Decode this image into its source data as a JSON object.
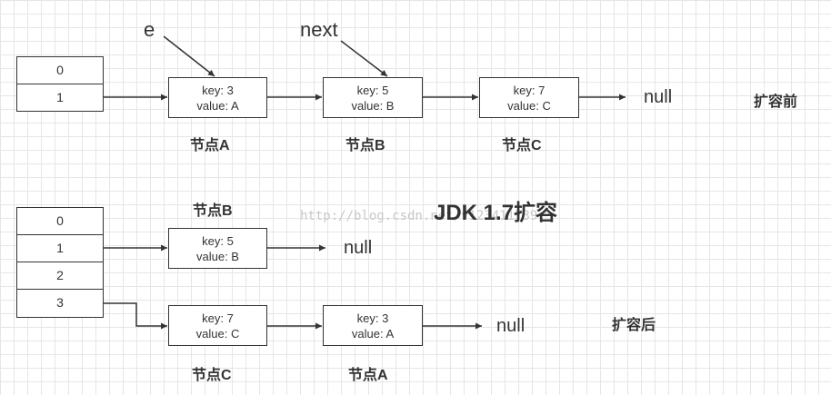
{
  "pointers": {
    "e": "e",
    "next": "next"
  },
  "title": "JDK 1.7扩容",
  "watermark": "http://blog.csdn.net/v123411739",
  "before": {
    "label": "扩容前",
    "table": [
      "0",
      "1"
    ],
    "nodes": [
      {
        "name": "节点A",
        "key": "key: 3",
        "value": "value: A"
      },
      {
        "name": "节点B",
        "key": "key: 5",
        "value": "value: B"
      },
      {
        "name": "节点C",
        "key": "key: 7",
        "value": "value: C"
      }
    ],
    "null": "null"
  },
  "after": {
    "label": "扩容后",
    "table": [
      "0",
      "1",
      "2",
      "3"
    ],
    "bucket1": {
      "nodes": [
        {
          "name": "节点B",
          "key": "key: 5",
          "value": "value: B"
        }
      ],
      "null": "null"
    },
    "bucket3": {
      "nodes": [
        {
          "name": "节点C",
          "key": "key: 7",
          "value": "value: C"
        },
        {
          "name": "节点A",
          "key": "key: 3",
          "value": "value: A"
        }
      ],
      "null": "null"
    }
  }
}
